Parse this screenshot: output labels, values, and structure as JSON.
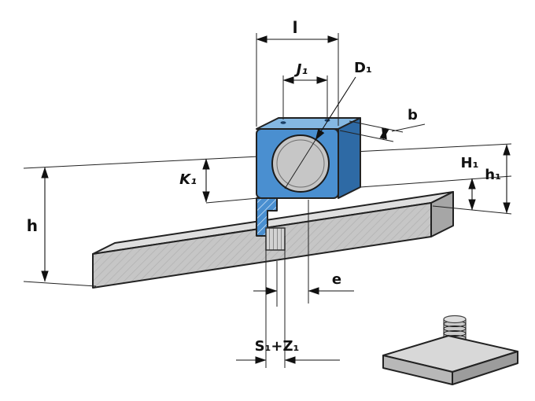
{
  "labels": {
    "l": "l",
    "J1": "J₁",
    "D1": "D₁",
    "b": "b",
    "H1": "H₁",
    "h1": "h₁",
    "h": "h",
    "K1": "K₁",
    "e": "e",
    "S1Z1": "S₁+Z₁"
  },
  "colors": {
    "block_blue": "#4a8fd0",
    "block_blue_light": "#85b8e2",
    "block_blue_dark": "#2e6aa5",
    "rail_gray": "#c6c6c6",
    "rail_gray_light": "#dfdfdf",
    "rail_gray_dark": "#a6a6a6",
    "line": "#111111",
    "background": "#ffffff"
  }
}
